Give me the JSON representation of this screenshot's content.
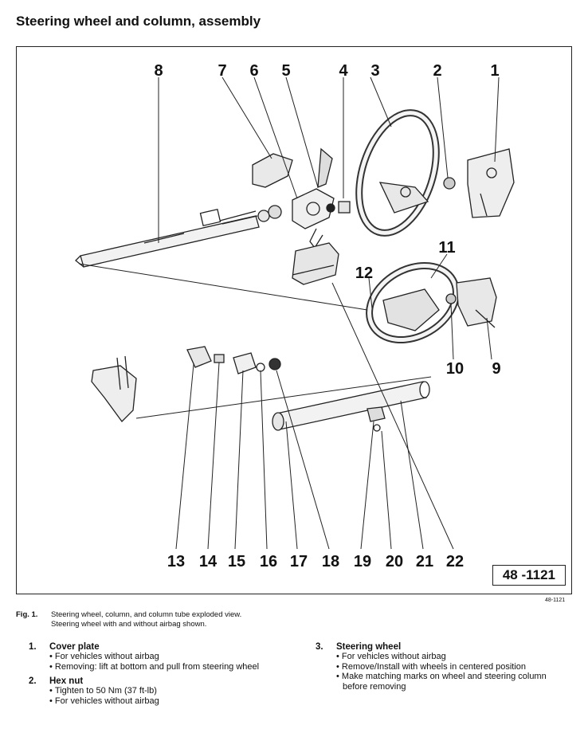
{
  "title": "Steering wheel and column, assembly",
  "diagram": {
    "callouts": [
      "1",
      "2",
      "3",
      "4",
      "5",
      "6",
      "7",
      "8",
      "9",
      "10",
      "11",
      "12",
      "13",
      "14",
      "15",
      "16",
      "17",
      "18",
      "19",
      "20",
      "21",
      "22"
    ],
    "figure_id": "48 -1121"
  },
  "small_id": "48-1121",
  "caption": {
    "label": "Fig. 1.",
    "line1": "Steering wheel, column, and column tube exploded view.",
    "line2": "Steering wheel with and without airbag shown."
  },
  "items": [
    {
      "num": "1.",
      "title": "Cover plate",
      "bullets": [
        "For vehicles without airbag",
        "Removing: lift at bottom and pull from steering wheel"
      ]
    },
    {
      "num": "2.",
      "title": "Hex nut",
      "bullets": [
        "Tighten to 50 Nm (37 ft-lb)",
        "For vehicles without airbag"
      ]
    },
    {
      "num": "3.",
      "title": "Steering wheel",
      "bullets": [
        "For vehicles without airbag",
        "Remove/Install with wheels in centered position",
        "Make matching marks on wheel and steering column"
      ],
      "continuation": "before removing"
    }
  ]
}
